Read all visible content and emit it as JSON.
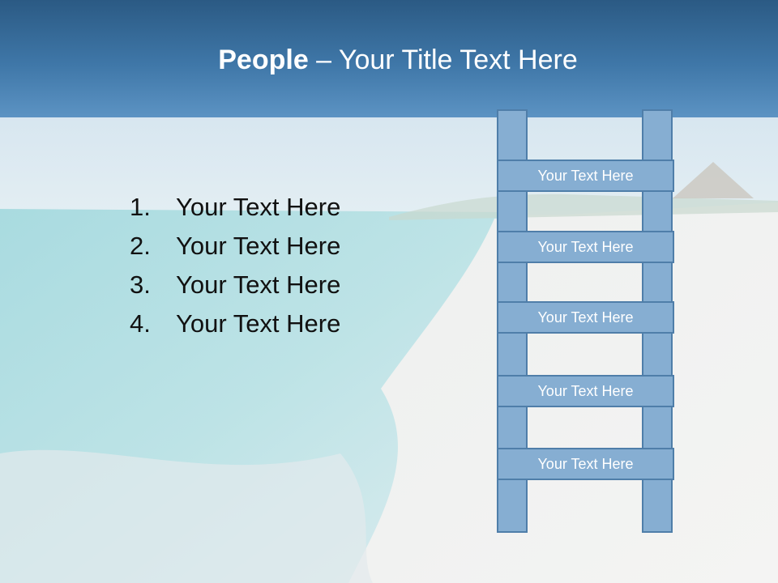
{
  "slide": {
    "title_bold": "People",
    "title_rest": " – Your Title Text Here",
    "list": [
      {
        "number": "1.",
        "text": "Your Text Here"
      },
      {
        "number": "2.",
        "text": "Your Text Here"
      },
      {
        "number": "3.",
        "text": "Your Text Here"
      },
      {
        "number": "4.",
        "text": "Your Text Here"
      }
    ],
    "ladder_rungs": [
      "Your Text Here",
      "Your Text Here",
      "Your Text Here",
      "Your Text Here",
      "Your Text Here"
    ]
  },
  "colors": {
    "header": "#3f77a8",
    "ladder_fill": "#86aed2",
    "ladder_border": "#4f7ea9"
  }
}
